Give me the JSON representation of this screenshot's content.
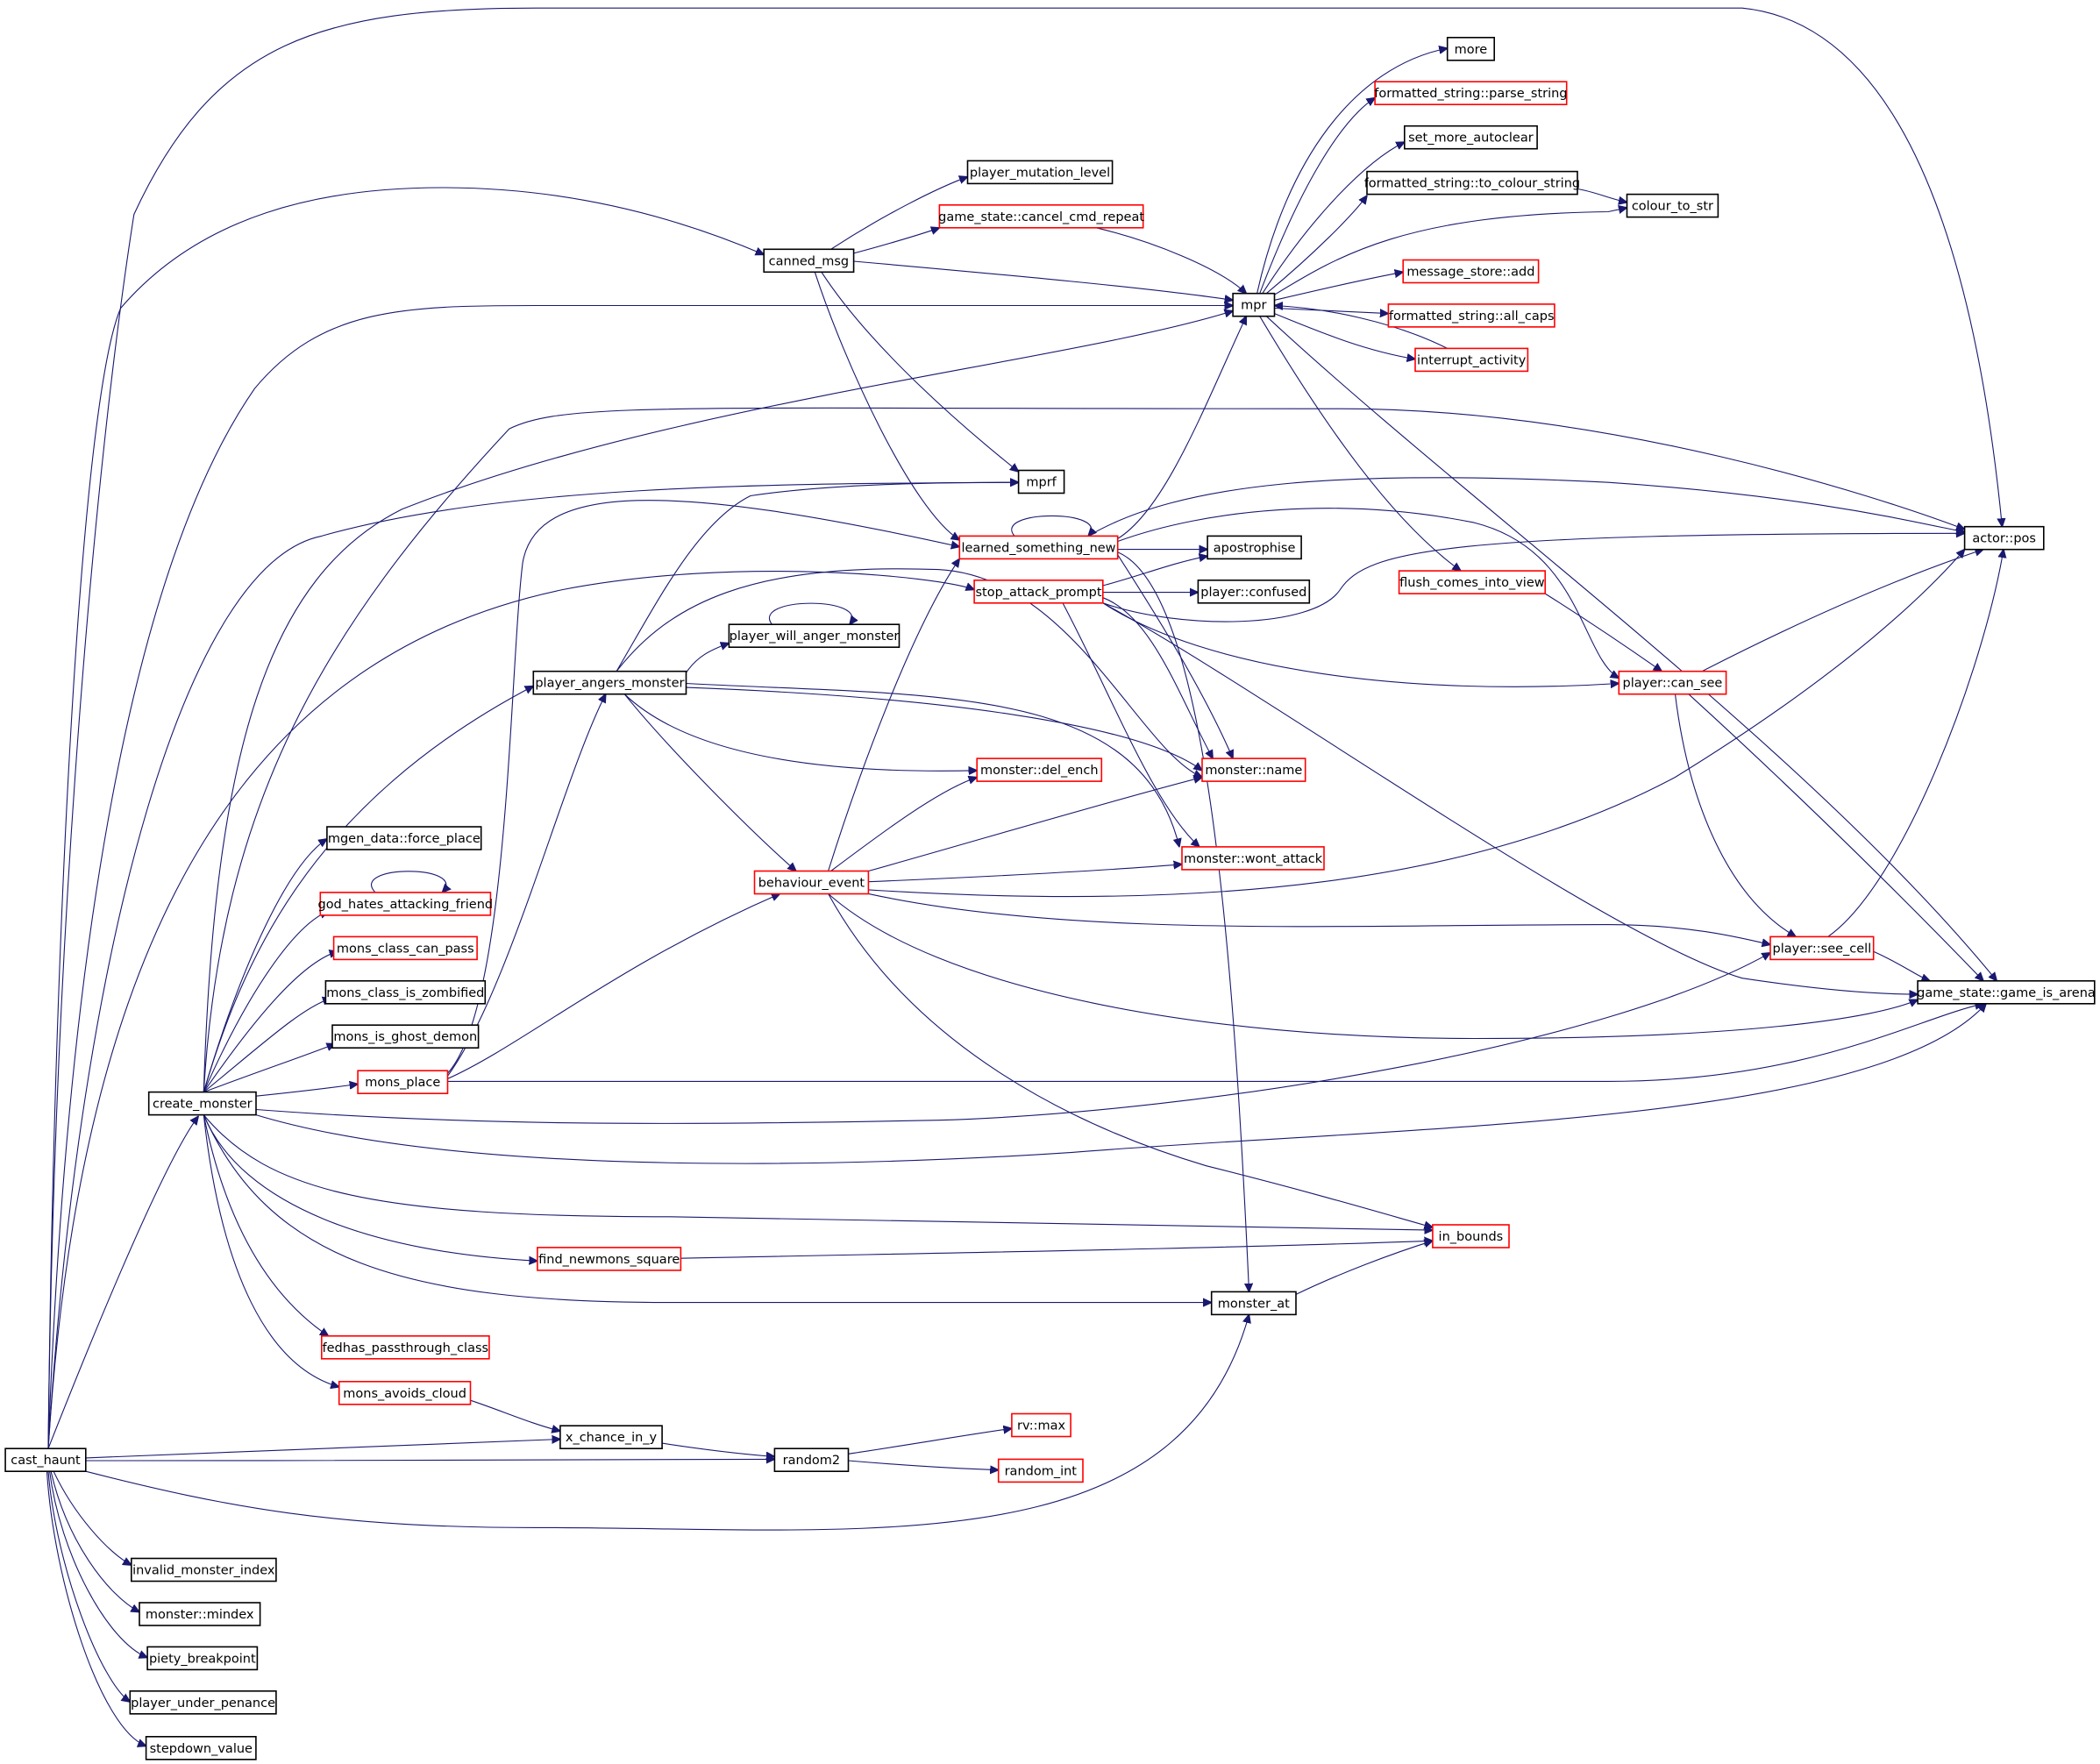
{
  "colors": {
    "edge": "#191970",
    "border_default": "#000000",
    "border_truncated": "#ff0000",
    "root_fill": "#bfbfbf"
  },
  "nodes": [
    {
      "id": "cast_haunt",
      "label": "cast_haunt",
      "style": "root"
    },
    {
      "id": "create_monster",
      "label": "create_monster",
      "style": "black"
    },
    {
      "id": "invalid_monster_index",
      "label": "invalid_monster_index",
      "style": "black"
    },
    {
      "id": "monster_mindex",
      "label": "monster::mindex",
      "style": "black"
    },
    {
      "id": "piety_breakpoint",
      "label": "piety_breakpoint",
      "style": "black"
    },
    {
      "id": "player_under_penance",
      "label": "player_under_penance",
      "style": "black"
    },
    {
      "id": "stepdown_value",
      "label": "stepdown_value",
      "style": "black"
    },
    {
      "id": "mgen_force_place",
      "label": "mgen_data::force_place",
      "style": "black"
    },
    {
      "id": "god_hates_attacking_friend",
      "label": "god_hates_attacking_friend",
      "style": "red"
    },
    {
      "id": "mons_class_can_pass",
      "label": "mons_class_can_pass",
      "style": "red"
    },
    {
      "id": "mons_class_is_zombified",
      "label": "mons_class_is_zombified",
      "style": "black"
    },
    {
      "id": "mons_is_ghost_demon",
      "label": "mons_is_ghost_demon",
      "style": "black"
    },
    {
      "id": "mons_place",
      "label": "mons_place",
      "style": "red"
    },
    {
      "id": "fedhas_passthrough_class",
      "label": "fedhas_passthrough_class",
      "style": "red"
    },
    {
      "id": "mons_avoids_cloud",
      "label": "mons_avoids_cloud",
      "style": "red"
    },
    {
      "id": "player_angers_monster",
      "label": "player_angers_monster",
      "style": "black"
    },
    {
      "id": "canned_msg",
      "label": "canned_msg",
      "style": "black"
    },
    {
      "id": "player_will_anger_monster",
      "label": "player_will_anger_monster",
      "style": "black"
    },
    {
      "id": "find_newmons_square",
      "label": "find_newmons_square",
      "style": "red"
    },
    {
      "id": "x_chance_in_y",
      "label": "x_chance_in_y",
      "style": "black"
    },
    {
      "id": "random2",
      "label": "random2",
      "style": "black"
    },
    {
      "id": "behaviour_event",
      "label": "behaviour_event",
      "style": "red"
    },
    {
      "id": "player_mutation_level",
      "label": "player_mutation_level",
      "style": "black"
    },
    {
      "id": "cancel_cmd_repeat",
      "label": "game_state::cancel_cmd_repeat",
      "style": "red"
    },
    {
      "id": "mprf",
      "label": "mprf",
      "style": "black"
    },
    {
      "id": "learned_something_new",
      "label": "learned_something_new",
      "style": "red"
    },
    {
      "id": "stop_attack_prompt",
      "label": "stop_attack_prompt",
      "style": "red"
    },
    {
      "id": "monster_del_ench",
      "label": "monster::del_ench",
      "style": "red"
    },
    {
      "id": "rv_max",
      "label": "rv::max",
      "style": "red"
    },
    {
      "id": "random_int",
      "label": "random_int",
      "style": "red"
    },
    {
      "id": "mpr",
      "label": "mpr",
      "style": "black"
    },
    {
      "id": "apostrophise",
      "label": "apostrophise",
      "style": "black"
    },
    {
      "id": "player_confused",
      "label": "player::confused",
      "style": "black"
    },
    {
      "id": "monster_name",
      "label": "monster::name",
      "style": "red"
    },
    {
      "id": "monster_wont_attack",
      "label": "monster::wont_attack",
      "style": "red"
    },
    {
      "id": "monster_at",
      "label": "monster_at",
      "style": "black"
    },
    {
      "id": "more",
      "label": "more",
      "style": "black"
    },
    {
      "id": "parse_string",
      "label": "formatted_string::parse_string",
      "style": "red"
    },
    {
      "id": "set_more_autoclear",
      "label": "set_more_autoclear",
      "style": "black"
    },
    {
      "id": "to_colour_string",
      "label": "formatted_string::to_colour_string",
      "style": "black"
    },
    {
      "id": "message_store_add",
      "label": "message_store::add",
      "style": "red"
    },
    {
      "id": "all_caps",
      "label": "formatted_string::all_caps",
      "style": "red"
    },
    {
      "id": "interrupt_activity",
      "label": "interrupt_activity",
      "style": "red"
    },
    {
      "id": "flush_comes_into_view",
      "label": "flush_comes_into_view",
      "style": "red"
    },
    {
      "id": "player_can_see",
      "label": "player::can_see",
      "style": "red"
    },
    {
      "id": "player_see_cell",
      "label": "player::see_cell",
      "style": "red"
    },
    {
      "id": "in_bounds",
      "label": "in_bounds",
      "style": "red"
    },
    {
      "id": "colour_to_str",
      "label": "colour_to_str",
      "style": "black"
    },
    {
      "id": "actor_pos",
      "label": "actor::pos",
      "style": "black"
    },
    {
      "id": "game_is_arena",
      "label": "game_state::game_is_arena",
      "style": "black"
    }
  ]
}
